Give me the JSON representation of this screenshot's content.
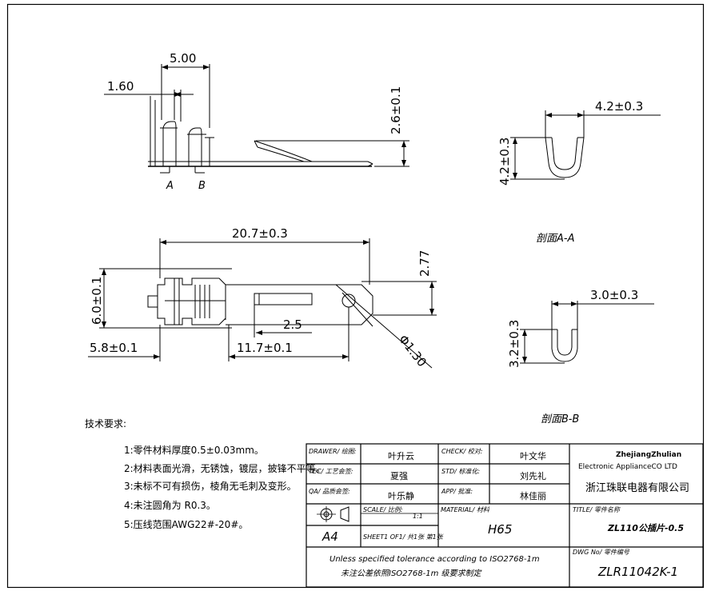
{
  "dimensions": {
    "top_width": "5.00",
    "top_left": "1.60",
    "top_height": "2.6±0.1",
    "top_marker_a": "A",
    "top_marker_b": "B",
    "overall_length": "20.7±0.3",
    "height_right": "2.77",
    "width_left": "6.0±0.1",
    "slot_length": "2.5",
    "left_bottom": "5.8±0.1",
    "mid_bottom": "11.7±0.1",
    "hole_dia": "Φ1.30",
    "sec_a_width": "4.2±0.3",
    "sec_a_height": "4.2±0.3",
    "sec_b_width": "3.0±0.3",
    "sec_b_height": "3.2±0.3"
  },
  "sections": {
    "a_label": "剖面A-A",
    "b_label": "剖面B-B"
  },
  "notes": {
    "heading": "技术要求:",
    "items": [
      "1:零件材料厚度0.5±0.03mm。",
      "2:材料表面光滑，无锈蚀，镀层，披锋不平等。",
      "3:未标不可有损伤，棱角无毛刺及变形。",
      "4:未注圆角为 R0.3。",
      "5:压线范围AWG22#-20#。"
    ]
  },
  "titleblock": {
    "drawer_label": "DRAWER/ 绘图:",
    "drawer_value": "叶升云",
    "check_label": "CHECK/ 校对:",
    "check_value": "叶文华",
    "tec_label": "TEC/ 工艺会签:",
    "tec_value": "夏强",
    "std_label": "STD/ 标准化:",
    "std_value": "刘先礼",
    "qa_label": "QA/ 品质会签:",
    "qa_value": "叶乐静",
    "app_label": "APP/ 批准:",
    "app_value": "林佳丽",
    "company_en_1": "ZhejiangZhulian",
    "company_en_2": "Electronic ApplianceCO LTD",
    "company_cn": "浙江珠联电器有限公司",
    "scale_label": "SCALE/ 比例:",
    "scale_value": "1:1",
    "material_label": "MATERIAL/ 材料",
    "material_value": "H65",
    "title_label": "TITLE/ 零件名称",
    "title_value": "ZL110公插片-0.5",
    "paper_size": "A4",
    "sheet_label": "SHEET1 OF1/ 共1张 第1张",
    "tolerance_en": "Unless specified tolerance according to ISO2768-1m",
    "tolerance_cn": "未注公差依照ISO2768-1m 级要求制定",
    "dwg_label": "DWG No/ 零件编号",
    "dwg_value": "ZLR11042K-1"
  }
}
